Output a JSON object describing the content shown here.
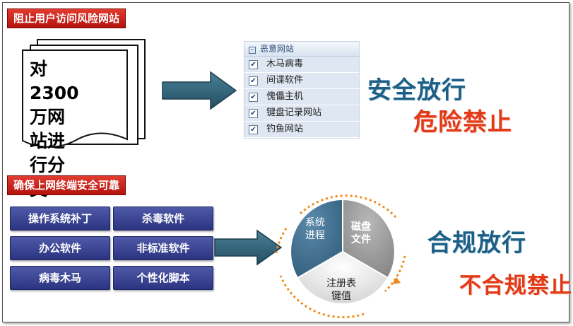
{
  "sections": {
    "top_banner": "阻止用户访问风险网站",
    "bottom_banner": "确保上网终端安全可靠"
  },
  "document": {
    "lines": [
      "对2300",
      "万网站进",
      "行分类"
    ]
  },
  "site_panel": {
    "header": "恶意网站",
    "items": [
      "木马病毒",
      "间谍软件",
      "傀儡主机",
      "键盘记录网站",
      "钓鱼网站"
    ]
  },
  "top_result": {
    "allow": "安全放行",
    "deny": "危险禁止"
  },
  "software_tiles": [
    "操作系统补丁",
    "杀毒软件",
    "办公软件",
    "非标准软件",
    "病毒木马",
    "个性化脚本"
  ],
  "pie": {
    "segments": [
      {
        "label_line1": "系统",
        "label_line2": "进程"
      },
      {
        "label_line1": "磁盘",
        "label_line2": "文件"
      },
      {
        "label_line1": "注册表",
        "label_line2": "键值"
      }
    ]
  },
  "bottom_result": {
    "allow": "合规放行",
    "deny": "不合规禁止"
  },
  "colors": {
    "banner_red": "#c8221a",
    "tile_blue": "#3a4494",
    "arrow_teal": "#2f5f73",
    "pie_blue": "#3e6c8e",
    "pie_grey": "#9a9a9a",
    "pie_white": "#eeeeee",
    "orbit_orange": "#f08a1e"
  }
}
